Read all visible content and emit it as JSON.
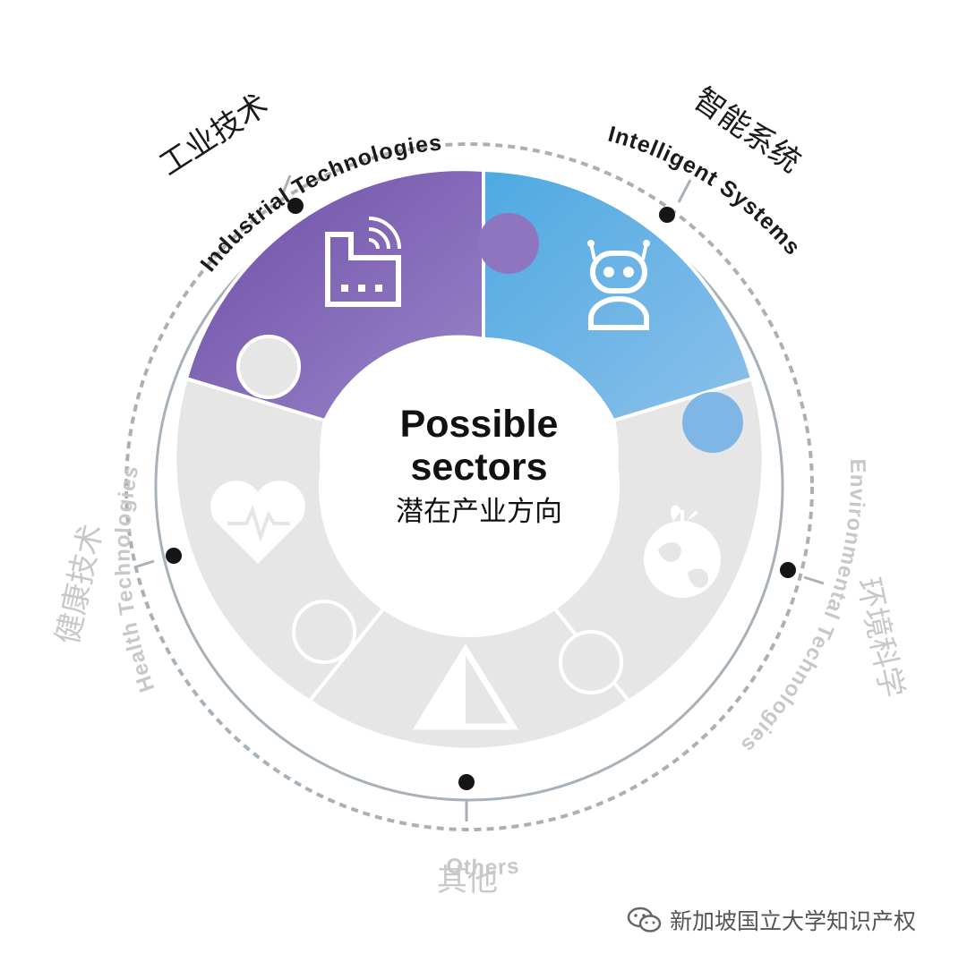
{
  "center": {
    "title_line1": "Possible",
    "title_line2": "sectors",
    "subtitle_zh": "潜在产业方向"
  },
  "sectors": [
    {
      "key": "industrial",
      "label_en": "Industrial Technologies",
      "label_zh": "工业技术",
      "color": "#7a5cb0",
      "active": true,
      "icon": "smart-factory-icon"
    },
    {
      "key": "intelligent",
      "label_en": "Intelligent Systems",
      "label_zh": "智能系统",
      "color": "#56ade0",
      "active": true,
      "icon": "robot-icon"
    },
    {
      "key": "environmental",
      "label_en": "Environmental Technologies",
      "label_zh": "环境科学",
      "color": "#e8e8e8",
      "active": false,
      "icon": "earth-sprout-icon"
    },
    {
      "key": "others",
      "label_en": "Others",
      "label_zh": "其他",
      "color": "#e8e8e8",
      "active": false,
      "icon": "triangle-icon"
    },
    {
      "key": "health",
      "label_en": "Health Technologies",
      "label_zh": "健康技术",
      "color": "#e8e8e8",
      "active": false,
      "icon": "heart-pulse-icon"
    }
  ],
  "colors": {
    "active_text": "#1a1a1a",
    "inactive_text": "#c8c8c8",
    "ring": "#a9b1b8",
    "inactive_piece": "#e8e8e8"
  },
  "watermark": {
    "text": "新加坡国立大学知识产权",
    "icon": "wechat-icon"
  }
}
